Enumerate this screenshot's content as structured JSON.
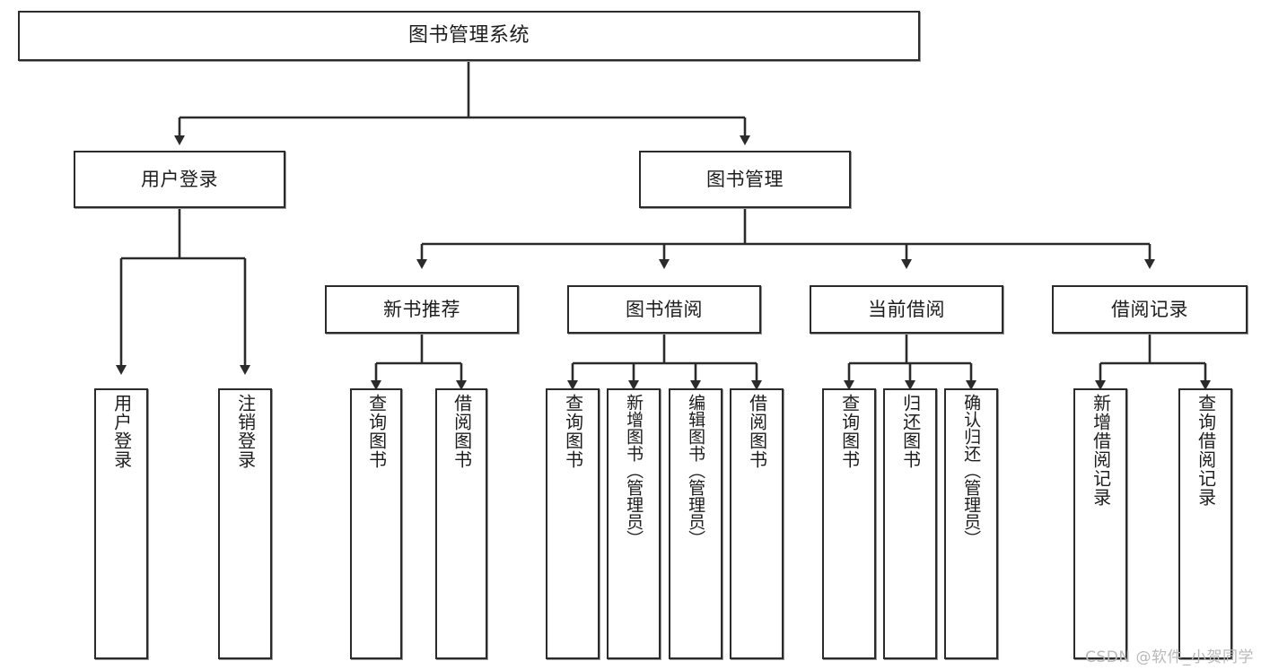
{
  "diagram": {
    "type": "tree",
    "title": "图书管理系统",
    "watermark": "CSDN @软件_小贺同学",
    "colors": {
      "box_border": "#2b2b2b",
      "box_fill": "#ffffff",
      "connector": "#2b2b2b",
      "text": "#1d1d1d",
      "watermark": "#b9b9b9"
    },
    "nodes": {
      "root": {
        "label": "图书管理系统"
      },
      "level2": [
        {
          "id": "user-login",
          "label": "用户登录"
        },
        {
          "id": "book-manage",
          "label": "图书管理"
        }
      ],
      "level3": [
        {
          "id": "new-book-recommend",
          "label": "新书推荐"
        },
        {
          "id": "book-borrow",
          "label": "图书借阅"
        },
        {
          "id": "current-borrow",
          "label": "当前借阅"
        },
        {
          "id": "borrow-record",
          "label": "借阅记录"
        }
      ],
      "leaves": {
        "user-login": [
          {
            "id": "leaf-user-login",
            "label": "用户登录"
          },
          {
            "id": "leaf-logout-login",
            "label": "注销登录"
          }
        ],
        "new-book-recommend": [
          {
            "id": "leaf-query-book-1",
            "label": "查询图书"
          },
          {
            "id": "leaf-borrow-book-1",
            "label": "借阅图书"
          }
        ],
        "book-borrow": [
          {
            "id": "leaf-query-book-2",
            "label": "查询图书"
          },
          {
            "id": "leaf-add-book-admin",
            "label": "新增图书（管理员）"
          },
          {
            "id": "leaf-edit-book-admin",
            "label": "编辑图书（管理员）"
          },
          {
            "id": "leaf-borrow-book-2",
            "label": "借阅图书"
          }
        ],
        "current-borrow": [
          {
            "id": "leaf-query-book-3",
            "label": "查询图书"
          },
          {
            "id": "leaf-return-book",
            "label": "归还图书"
          },
          {
            "id": "leaf-confirm-return-admin",
            "label": "确认归还（管理员）"
          }
        ],
        "borrow-record": [
          {
            "id": "leaf-add-borrow-record",
            "label": "新增借阅记录"
          },
          {
            "id": "leaf-query-borrow-record",
            "label": "查询借阅记录"
          }
        ]
      }
    }
  }
}
